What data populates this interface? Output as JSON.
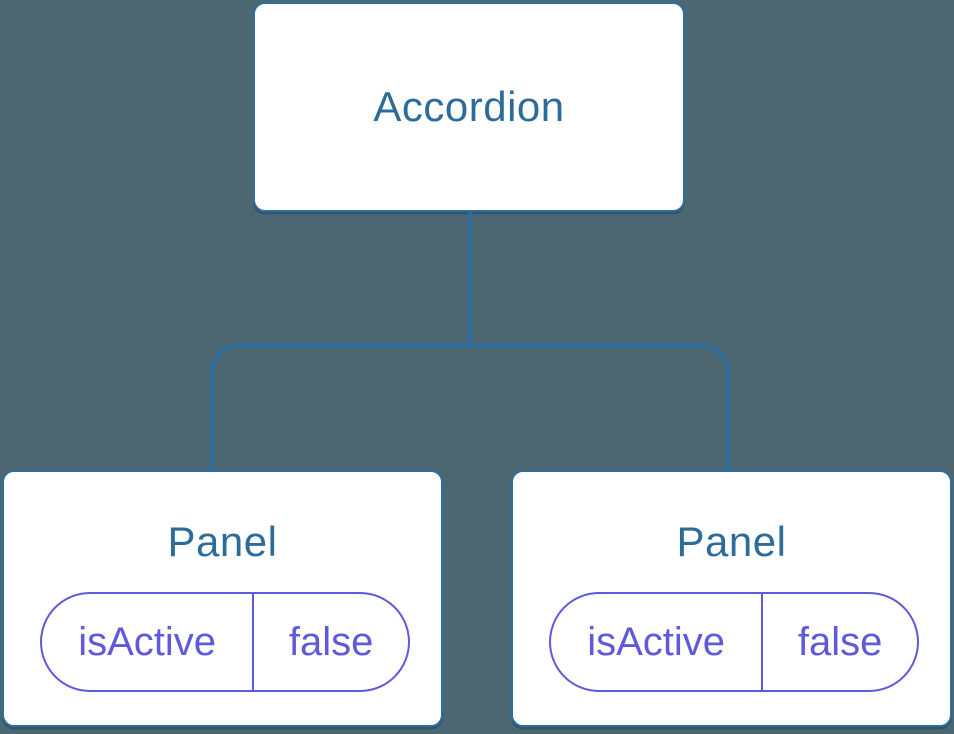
{
  "tree": {
    "root": {
      "label": "Accordion"
    },
    "children": [
      {
        "label": "Panel",
        "state": {
          "key": "isActive",
          "value": "false"
        }
      },
      {
        "label": "Panel",
        "state": {
          "key": "isActive",
          "value": "false"
        }
      }
    ]
  },
  "colors": {
    "background": "#4c6771",
    "node_fill": "#ffffff",
    "line": "#2e6e9e",
    "node_label": "#2d6c9a",
    "state_accent": "#5e5adb"
  }
}
